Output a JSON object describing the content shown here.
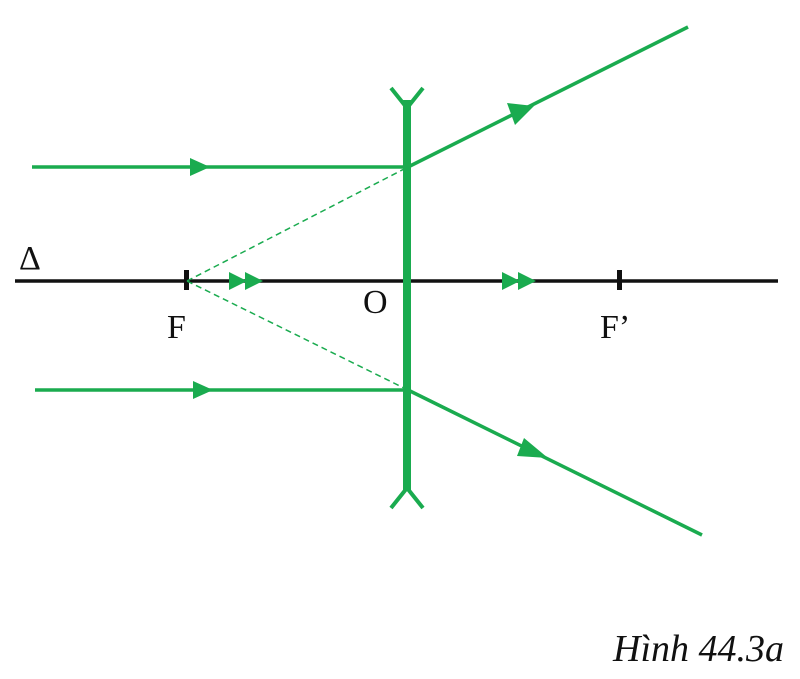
{
  "figure": {
    "labels": {
      "axis": "Δ",
      "focus_object": "F",
      "optical_center": "O",
      "focus_image": "F’"
    },
    "caption": "Hình 44.3a"
  },
  "colors": {
    "ray": "#1aab4f",
    "axis": "#111111",
    "background": "#ffffff"
  },
  "icons": {
    "lens": "diverging-lens-icon",
    "ray_arrow": "arrowhead-icon",
    "double_arrow": "double-arrowhead-icon"
  }
}
